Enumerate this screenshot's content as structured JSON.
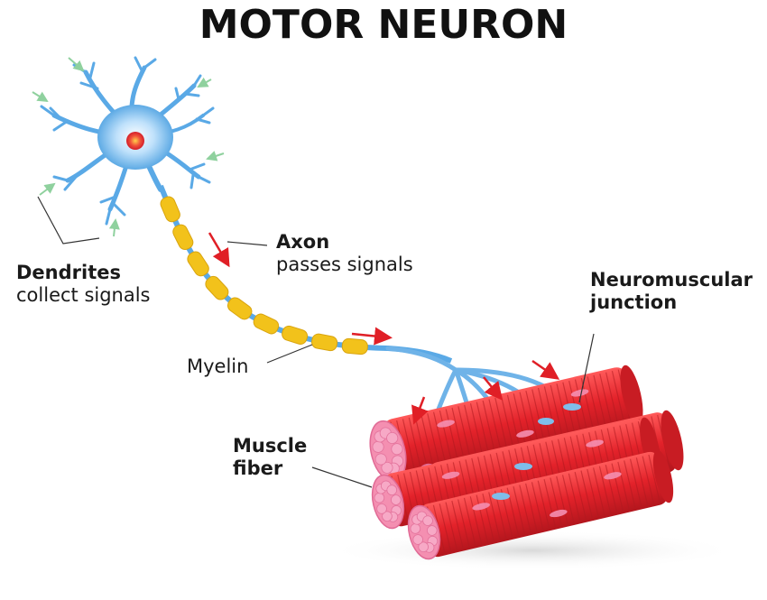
{
  "title": "MOTOR NEURON",
  "labels": {
    "dendrites": {
      "name": "Dendrites",
      "description": "collect signals"
    },
    "axon": {
      "name": "Axon",
      "description": "passes signals"
    },
    "neuromuscular_junction": {
      "line1": "Neuromuscular",
      "line2": "junction"
    },
    "myelin": "Myelin",
    "muscle_fiber": {
      "line1": "Muscle",
      "line2": "fiber"
    }
  },
  "colors": {
    "neuron": "#5aa9e6",
    "neuron_light": "#cfe8fb",
    "nucleus": "#e8323c",
    "myelin": "#f2c21b",
    "muscle": "#e8252d",
    "muscle_end": "#f48fb1",
    "signal_arrow": "#e01f26",
    "input_arrow": "#8fd19e"
  }
}
